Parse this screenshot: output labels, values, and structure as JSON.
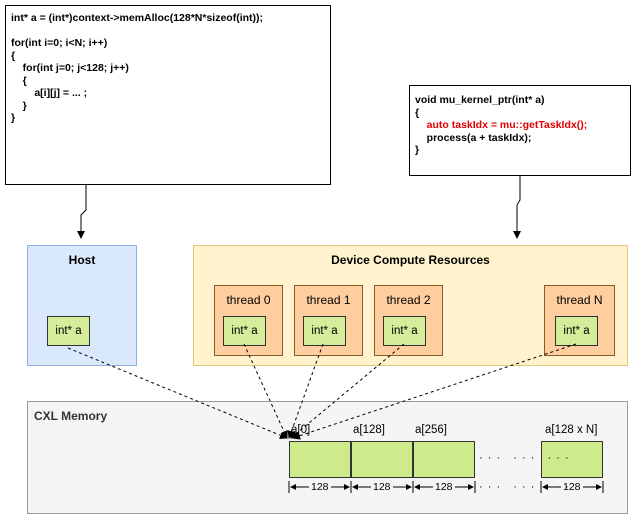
{
  "host_code": {
    "lines": [
      "int* a = (int*)context->memAlloc(128*N*sizeof(int));",
      "",
      "for(int i=0; i<N; i++)",
      "{",
      "    for(int j=0; j<128; j++)",
      "    {",
      "        a[i][j] = ... ;",
      "    }",
      "}"
    ]
  },
  "kernel_code": {
    "line1": "void mu_kernel_ptr(int* a)",
    "line2": "{",
    "line3": "    auto taskIdx = mu::getTaskIdx();",
    "line4": "    process(a + taskIdx);",
    "line5": "}"
  },
  "host": {
    "title": "Host",
    "var": "int* a"
  },
  "device": {
    "title": "Device Compute Resources",
    "threads": [
      {
        "label": "thread 0",
        "var": "int* a"
      },
      {
        "label": "thread 1",
        "var": "int* a"
      },
      {
        "label": "thread 2",
        "var": "int* a"
      },
      {
        "label": "thread N",
        "var": "int* a"
      }
    ]
  },
  "cxl": {
    "title": "CXL Memory",
    "indices": [
      "a[0]",
      "a[128]",
      "a[256]",
      "a[128 x N]"
    ],
    "block_size": "128",
    "ellipsis": "· · ·   · · ·   · · ·"
  },
  "colors": {
    "host_fill": "#dae8fc",
    "device_fill": "#fff2cc",
    "thread_fill": "#ffce9f",
    "var_fill": "#d5ed9a",
    "memory_cell_fill": "#cdeb8b",
    "highlight_code": "#e00000"
  }
}
